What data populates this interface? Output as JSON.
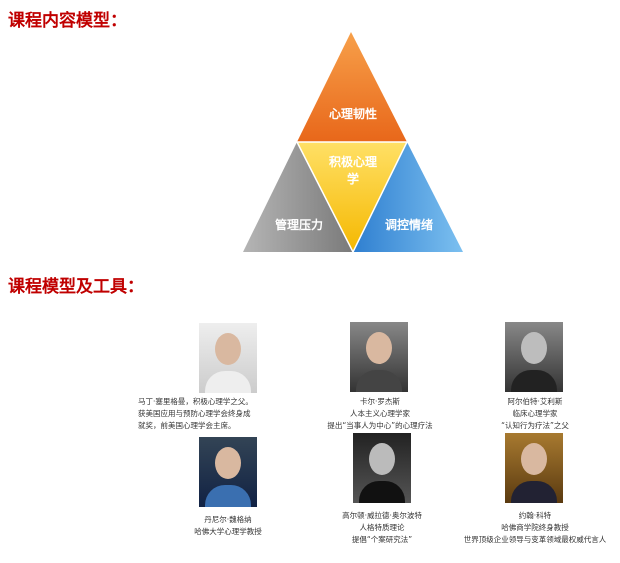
{
  "section1": {
    "title": "课程内容模型："
  },
  "triangle": {
    "top": "心理韧性",
    "center_line1": "积极心理",
    "center_line2": "学",
    "left": "管理压力",
    "right": "调控情绪",
    "colors": {
      "top": "#f07a1e",
      "center": "#ffc000",
      "left": "#8c8c8c",
      "right": "#3c8fd8"
    }
  },
  "section2": {
    "title": "课程模型及工具："
  },
  "people": [
    {
      "lines": [
        "马丁·塞里格曼，积极心理学之父。",
        "获美国应用与预防心理学会终身成",
        "就奖，前美国心理学会主席。"
      ]
    },
    {
      "lines": [
        "卡尔·罗杰斯",
        "人本主义心理学家",
        "提出“当事人为中心”的心理疗法"
      ]
    },
    {
      "lines": [
        "阿尔伯特·艾利斯",
        "临床心理学家",
        "“认知行为疗法”之父"
      ]
    },
    {
      "lines": [
        "丹尼尔·魏格纳",
        "哈佛大学心理学教授"
      ]
    },
    {
      "lines": [
        "高尔顿·威拉德·奥尔波特",
        "人格特质理论",
        "提倡“个案研究法”"
      ]
    },
    {
      "lines": [
        "约翰·科特",
        "哈佛商学院终身教授",
        "世界顶级企业领导与变革领域最权威代言人"
      ]
    }
  ]
}
